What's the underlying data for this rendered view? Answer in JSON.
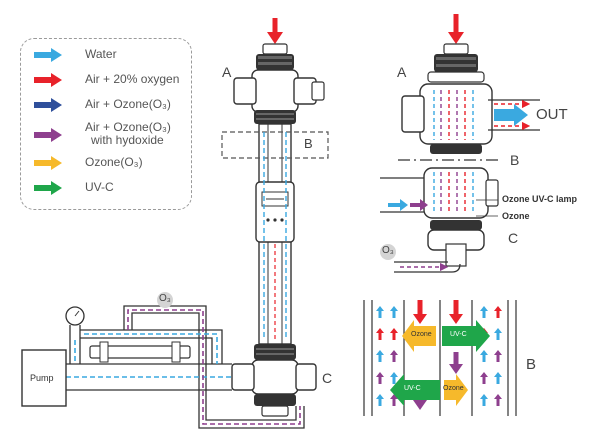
{
  "legend": {
    "items": [
      {
        "label": "Water",
        "color": "#3aa9e0"
      },
      {
        "label": "Air + 20% oxygen",
        "color": "#e8222a"
      },
      {
        "label": "Air + Ozone(O₃)",
        "color": "#2f4f9b"
      },
      {
        "label": "Air + Ozone(O₃)",
        "label2": "with hydoxide",
        "color": "#8e3f8e"
      },
      {
        "label": "Ozone(O₃)",
        "color": "#f6b92b"
      },
      {
        "label": "UV-C",
        "color": "#1fa64a"
      }
    ]
  },
  "labels": {
    "a_left": "A",
    "a_right": "A",
    "b_box": "B",
    "b_right": "B",
    "b_bottom": "B",
    "c_left": "C",
    "c_right": "C",
    "out": "OUT",
    "ozone_uvc_lamp": "Ozone UV-C lamp",
    "ozone": "Ozone",
    "o3_top": "O₃",
    "o3_mid": "O₃",
    "pump": "Pump",
    "tag_ozone_1": "Ozone",
    "tag_uvc_1": "UV-C",
    "tag_uvc_2": "UV-C",
    "tag_ozone_2": "Ozone"
  }
}
